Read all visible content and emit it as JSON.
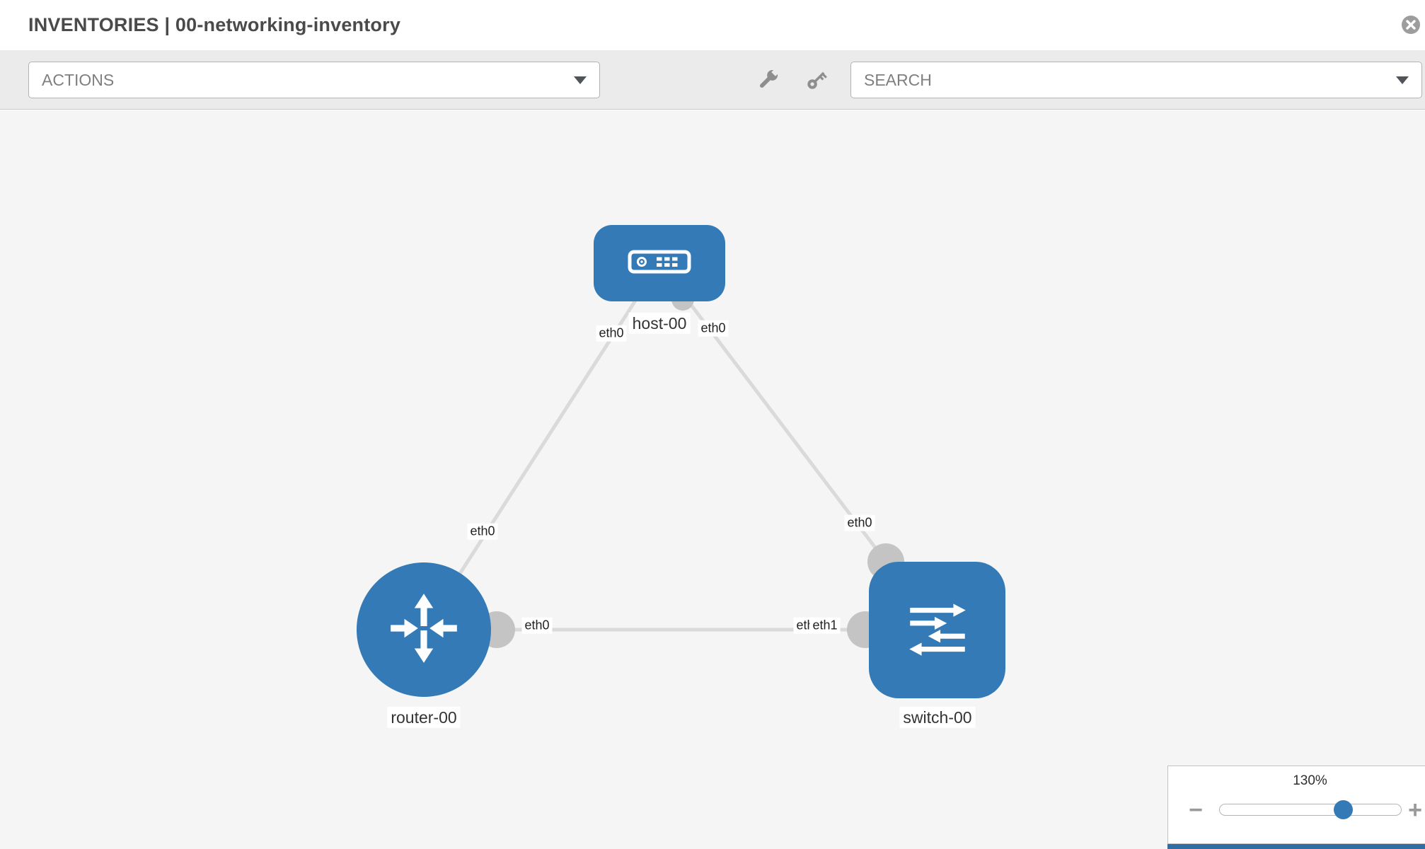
{
  "header": {
    "title": "INVENTORIES | 00-networking-inventory"
  },
  "toolbar": {
    "actions_label": "ACTIONS",
    "search_label": "SEARCH"
  },
  "topology": {
    "nodes": [
      {
        "id": "host-00",
        "type": "host",
        "label": "host-00"
      },
      {
        "id": "router-00",
        "type": "router",
        "label": "router-00"
      },
      {
        "id": "switch-00",
        "type": "switch",
        "label": "switch-00"
      }
    ],
    "links": [
      {
        "from": "host-00",
        "from_iface": "eth0",
        "to": "router-00",
        "to_iface": "eth0"
      },
      {
        "from": "host-00",
        "from_iface": "eth0",
        "to": "switch-00",
        "to_iface": "eth0"
      },
      {
        "from": "router-00",
        "from_iface": "eth0",
        "to": "switch-00",
        "to_iface": "eth1"
      }
    ],
    "iface_labels": {
      "host_to_router_at_host": "eth0",
      "host_to_switch_at_host": "eth0",
      "host_to_router_at_router": "eth0",
      "host_to_switch_at_switch": "eth0",
      "router_to_switch_at_router": "eth0",
      "router_to_switch_at_switch_back": "eth0",
      "router_to_switch_at_switch": "eth1"
    }
  },
  "zoom": {
    "level_label": "130%",
    "percent": 130,
    "zoom_out_label": "−",
    "zoom_in_label": "+"
  },
  "colors": {
    "node_blue": "#337ab7",
    "link_gray": "#dadada",
    "endpoint_gray": "#c4c4c4",
    "panel_edge_blue": "#2f6da4",
    "toolbar_gray": "#ebebeb",
    "canvas_gray": "#f5f5f5"
  }
}
